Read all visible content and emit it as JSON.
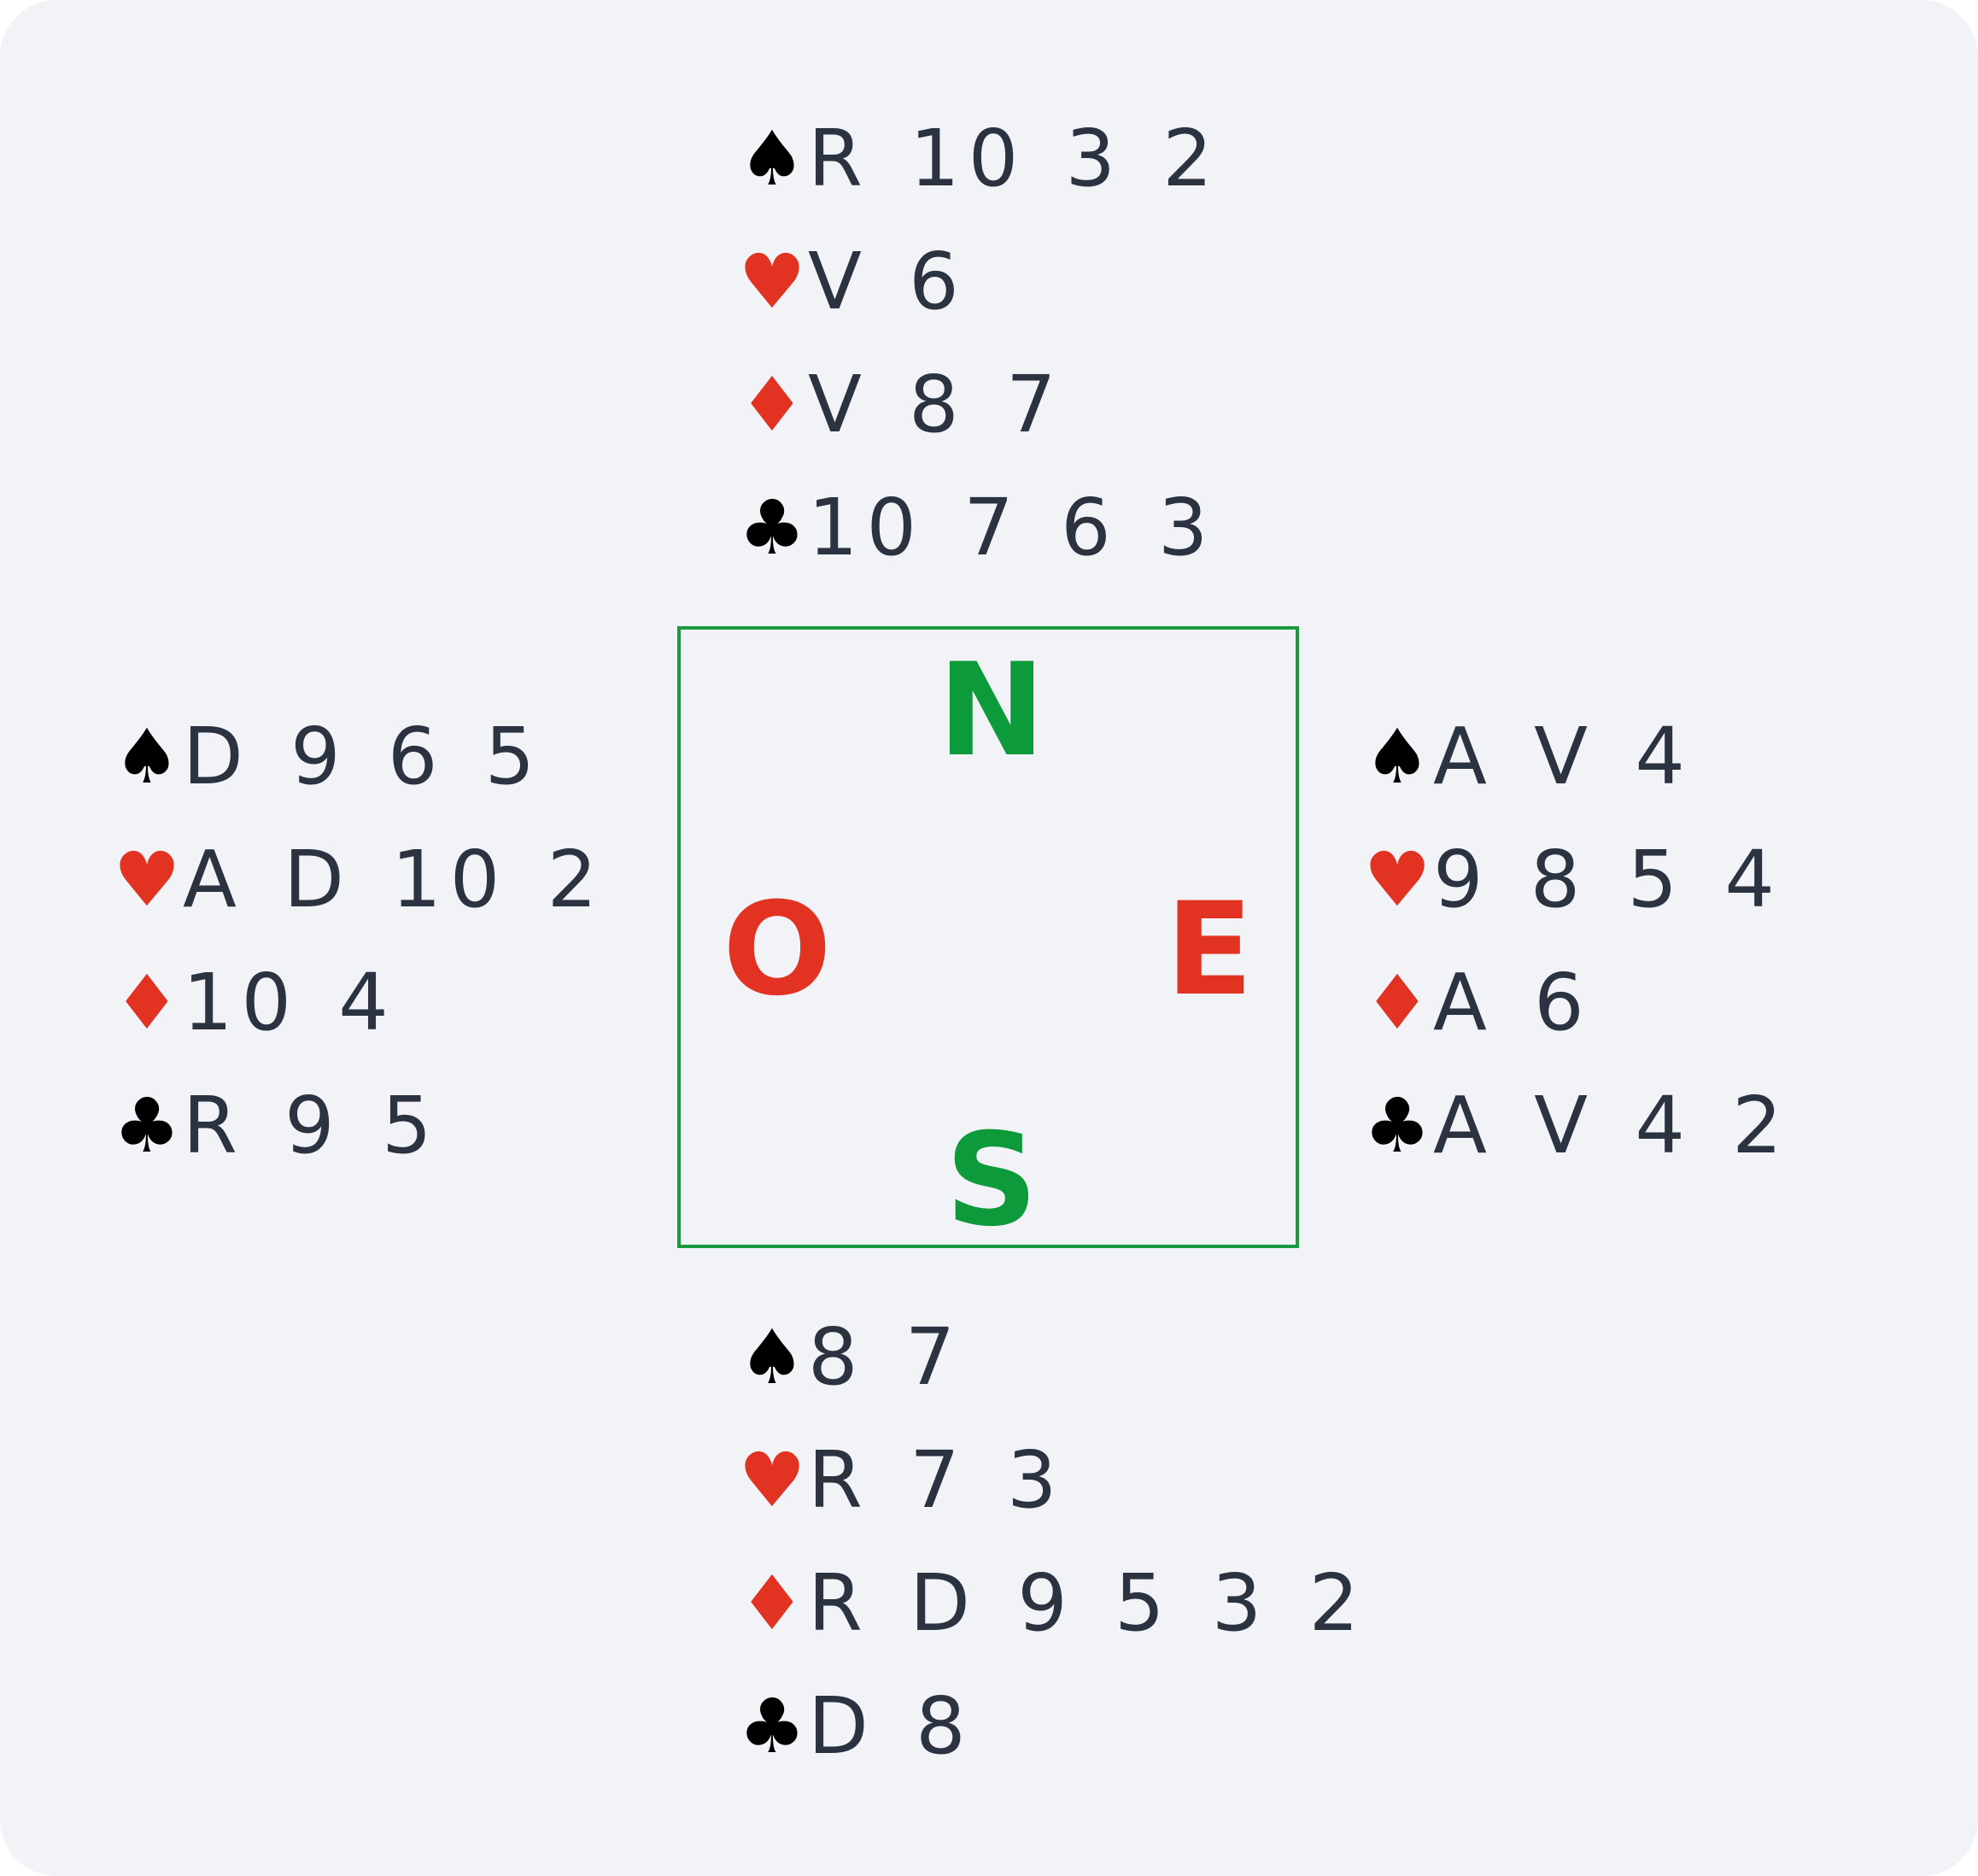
{
  "colors": {
    "background": "#f2f3f7",
    "card_text": "#2b3340",
    "black_suit": "#000000",
    "red_suit": "#e23222",
    "compass_border": "#1a9a3e",
    "north_south": "#0d9a3a",
    "east_west": "#e23222"
  },
  "suit_icons": {
    "spades": "♠",
    "hearts": "♥",
    "diamonds": "♦",
    "clubs": "♣"
  },
  "compass": {
    "north": "N",
    "west": "O",
    "east": "E",
    "south": "S"
  },
  "hands": {
    "north": {
      "spades": "R 10 3 2",
      "hearts": "V 6",
      "diamonds": "V 8 7",
      "clubs": "10 7 6 3"
    },
    "west": {
      "spades": "D 9 6 5",
      "hearts": "A D 10 2",
      "diamonds": "10 4",
      "clubs": "R 9 5"
    },
    "east": {
      "spades": "A V 4",
      "hearts": "9 8 5 4",
      "diamonds": "A 6",
      "clubs": "A V 4 2"
    },
    "south": {
      "spades": "8 7",
      "hearts": "R 7 3",
      "diamonds": "R D 9 5 3 2",
      "clubs": "D 8"
    }
  }
}
